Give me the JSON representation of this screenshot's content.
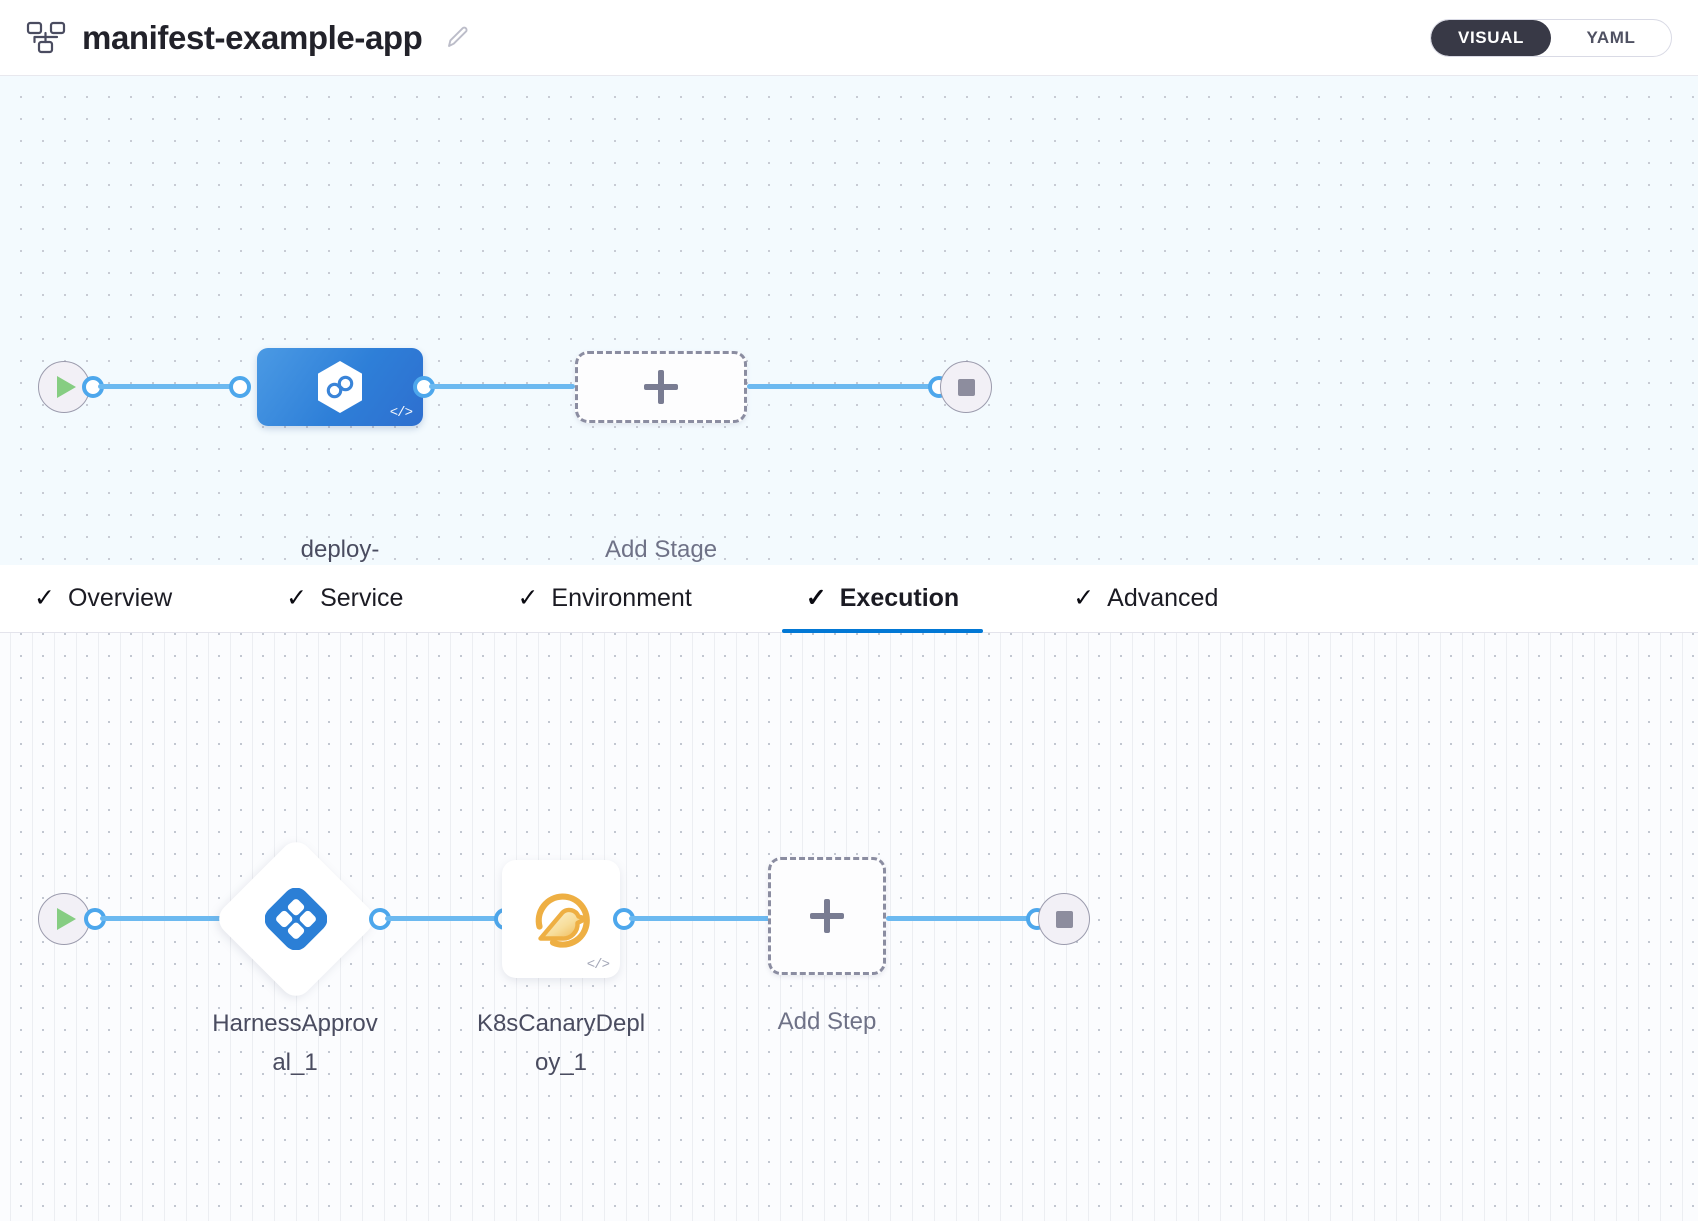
{
  "header": {
    "pipeline_icon": "pipeline-hierarchy-icon",
    "title": "manifest-example-app",
    "edit_icon": "pencil-edit-icon",
    "mode_toggle": {
      "options": [
        {
          "label": "VISUAL",
          "active": true
        },
        {
          "label": "YAML",
          "active": false
        }
      ]
    }
  },
  "stage_graph": {
    "start_icon": "play-icon",
    "end_icon": "stop-icon",
    "nodes": [
      {
        "name": "deploy-guestbook",
        "label": "deploy-\nguestbook",
        "icon": "harness-cd-hexagon-icon",
        "badge": "</>",
        "selected": true
      }
    ],
    "add_stage": {
      "label": "Add Stage",
      "icon": "plus-icon"
    }
  },
  "tabs": {
    "items": [
      {
        "label": "Overview",
        "check": "✓",
        "active": false
      },
      {
        "label": "Service",
        "check": "✓",
        "active": false
      },
      {
        "label": "Environment",
        "check": "✓",
        "active": false
      },
      {
        "label": "Execution",
        "check": "✓",
        "active": true
      },
      {
        "label": "Advanced",
        "check": "✓",
        "active": false
      }
    ],
    "active_accent": "#0278d5"
  },
  "execution_graph": {
    "start_icon": "play-icon",
    "end_icon": "stop-icon",
    "steps": [
      {
        "name": "HarnessApproval_1",
        "label": "HarnessApprov\nal_1",
        "icon": "harness-approval-clover-icon",
        "shape": "diamond",
        "badge": ""
      },
      {
        "name": "K8sCanaryDeploy_1",
        "label": "K8sCanaryDepl\noy_1",
        "icon": "k8s-canary-bird-icon",
        "shape": "square",
        "badge": "</>"
      }
    ],
    "add_step": {
      "label": "Add Step",
      "icon": "plus-icon"
    }
  },
  "colors": {
    "edge": "#6cb9f0",
    "stage_node": "#2e7fd8",
    "approval_icon": "#2b7fd6",
    "canary_icon": "#efb146",
    "play": "#86cd82",
    "stop": "#8d8d9e"
  }
}
